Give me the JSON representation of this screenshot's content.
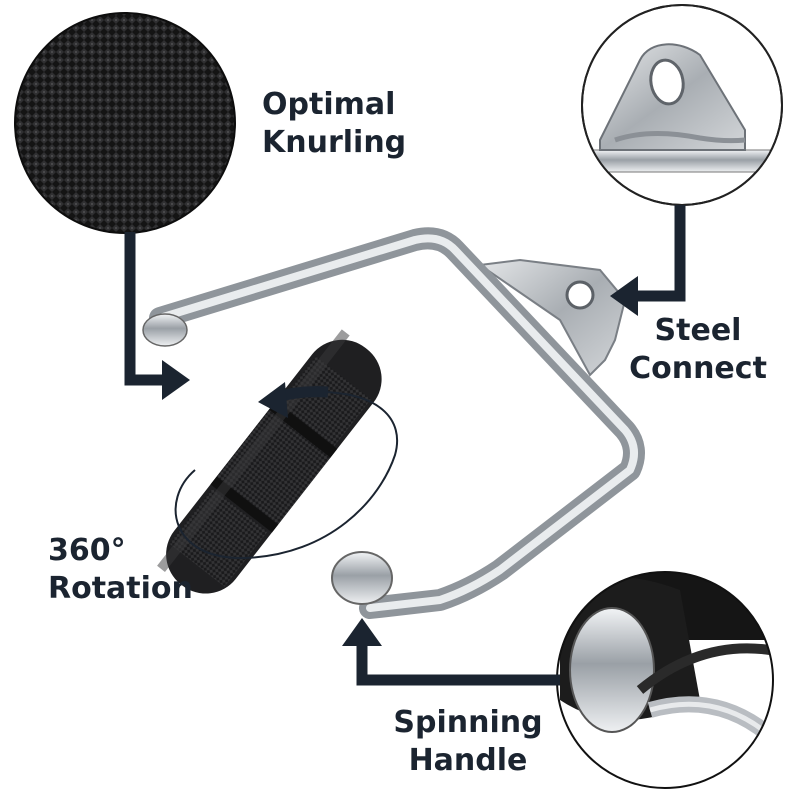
{
  "colors": {
    "background": "#ffffff",
    "label_text": "#1b2430",
    "callout_arrow": "#1b2430",
    "chrome": "#c8ccd1",
    "grip": "#1f1f21"
  },
  "features": {
    "knurling": {
      "line1": "Optimal",
      "line2": "Knurling"
    },
    "steel": {
      "line1": "Steel",
      "line2": "Connect"
    },
    "rotation": {
      "line1": "360°",
      "line2": "Rotation"
    },
    "spinning": {
      "line1": "Spinning",
      "line2": "Handle"
    }
  },
  "icons": [
    "knurled-texture-closeup",
    "steel-tab-closeup",
    "spinning-collar-closeup",
    "rotation-arrow-icon"
  ]
}
